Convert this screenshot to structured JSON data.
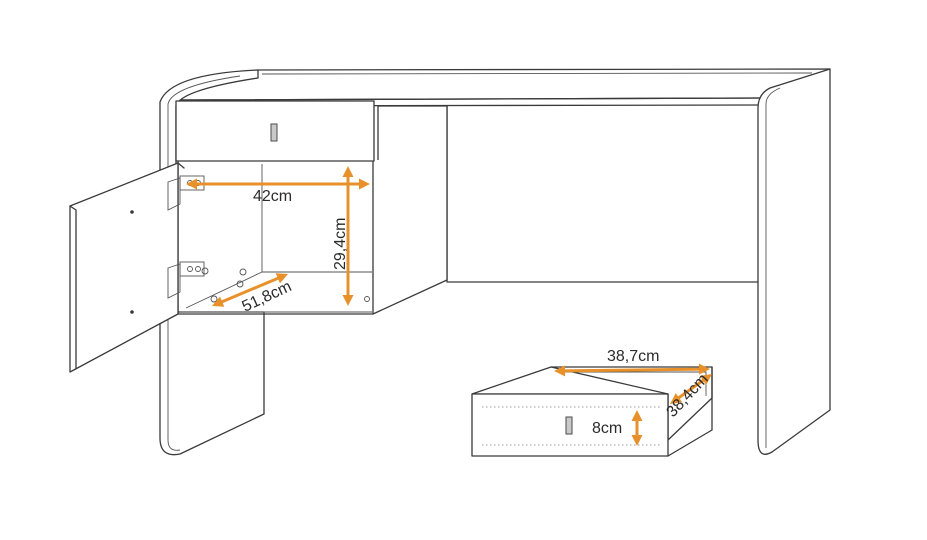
{
  "colors": {
    "dimension_arrow": "#e8912a",
    "outline": "#3a3a3a",
    "handle": "#c9c9c9"
  },
  "dimensions": {
    "cabinet_width": "42cm",
    "cabinet_height": "29,4cm",
    "cabinet_depth": "51,8cm",
    "drawer_width": "38,7cm",
    "drawer_depth": "38,4cm",
    "drawer_height": "8cm"
  }
}
